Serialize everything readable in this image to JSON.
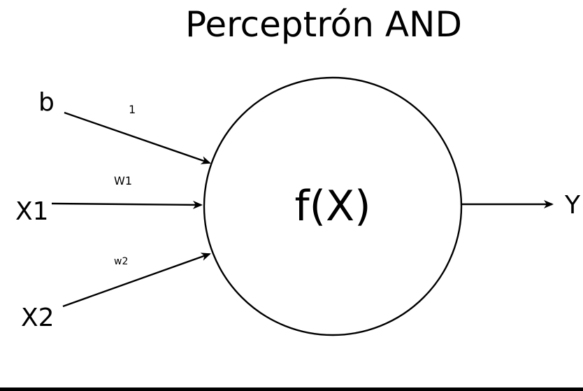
{
  "diagram": {
    "title": "Perceptrón AND",
    "node": {
      "label": "f(X)"
    },
    "inputs": [
      {
        "label": "b",
        "weight": "1"
      },
      {
        "label": "X1",
        "weight": "W1"
      },
      {
        "label": "X2",
        "weight": "w2"
      }
    ],
    "output": {
      "label": "Y"
    }
  }
}
